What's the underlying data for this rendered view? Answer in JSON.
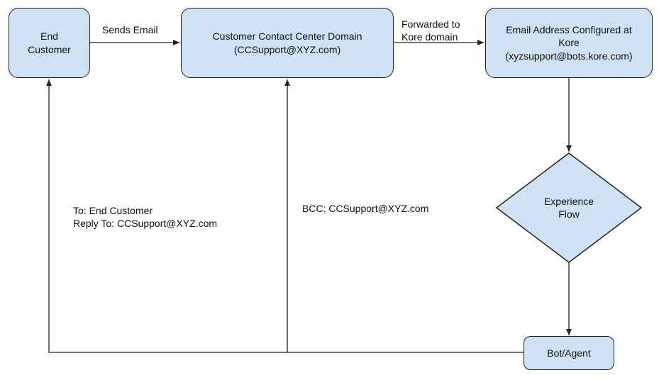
{
  "nodes": {
    "end_customer": "End\nCustomer",
    "contact_center": "Customer Contact Center Domain\n(CCSupport@XYZ.com)",
    "kore_email": "Email Address Configured at\nKore\n(xyzsupport@bots.kore.com)",
    "experience_flow": "Experience\nFlow",
    "bot_agent": "Bot/Agent"
  },
  "edges": {
    "sends_email": "Sends Email",
    "forwarded": "Forwarded to\nKore domain",
    "reply_to": "To: End Customer\nReply To: CCSupport@XYZ.com",
    "bcc": "BCC: CCSupport@XYZ.com"
  },
  "colors": {
    "node_fill": "#cfe2f3",
    "stroke": "#222222"
  }
}
